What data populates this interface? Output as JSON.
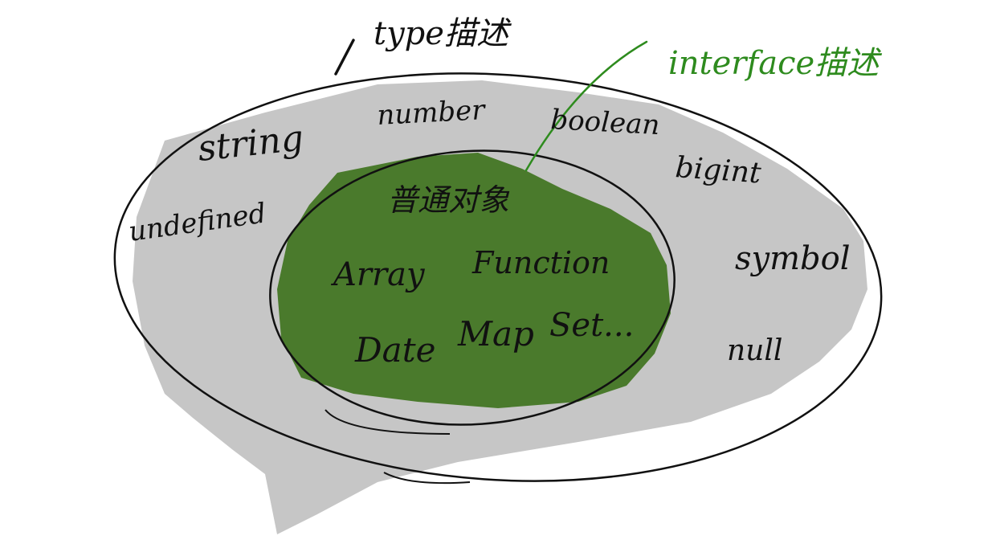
{
  "title_type": "type描述",
  "title_interface": "interface描述",
  "outer_types": {
    "string": "string",
    "number": "number",
    "boolean": "boolean",
    "bigint": "bigint",
    "undefined": "undefined",
    "symbol": "symbol",
    "null": "null"
  },
  "inner_types": {
    "plain_object": "普通对象",
    "array": "Array",
    "function": "Function",
    "date": "Date",
    "map": "Map",
    "set": "Set..."
  },
  "colors": {
    "gray_fill": "#c6c6c6",
    "green_fill": "#4a7a2c",
    "outline": "#111111",
    "green_annotation": "#2e8b1e"
  }
}
